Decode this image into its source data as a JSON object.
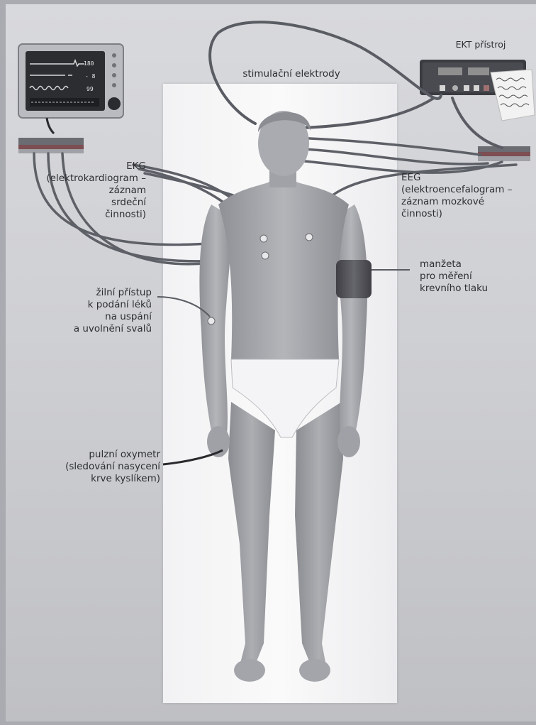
{
  "labels": {
    "stimulation_electrodes": "stimulační elektrody",
    "ekt_device": "EKT přístroj",
    "ekg": "EKG\n(elektrokardiogram –\nzáznam\nsrdeční\nčinnosti)",
    "eeg": "EEG\n(elektroencefalogram –\nzáznam mozkové\nčinnosti)",
    "cuff": "manžeta\npro měření\nkrevního tlaku",
    "iv_access": "žilní přístup\nk podání léků\nna uspání\na uvolnění svalů",
    "pulse_oximeter": "pulzní oxymetr\n(sledování nasycení\nkrve kyslíkem)"
  },
  "colors": {
    "background": "#a9abb0",
    "page": "#d4d5d9",
    "bed": "#f6f6f8",
    "skin": "#9c9ea3",
    "cable": "#5a5c63",
    "brief": "#f5f5f5",
    "cuff": "#4f4f55"
  },
  "icons": {
    "monitor": "patient-monitor-icon",
    "ekt": "ekt-device-icon"
  }
}
